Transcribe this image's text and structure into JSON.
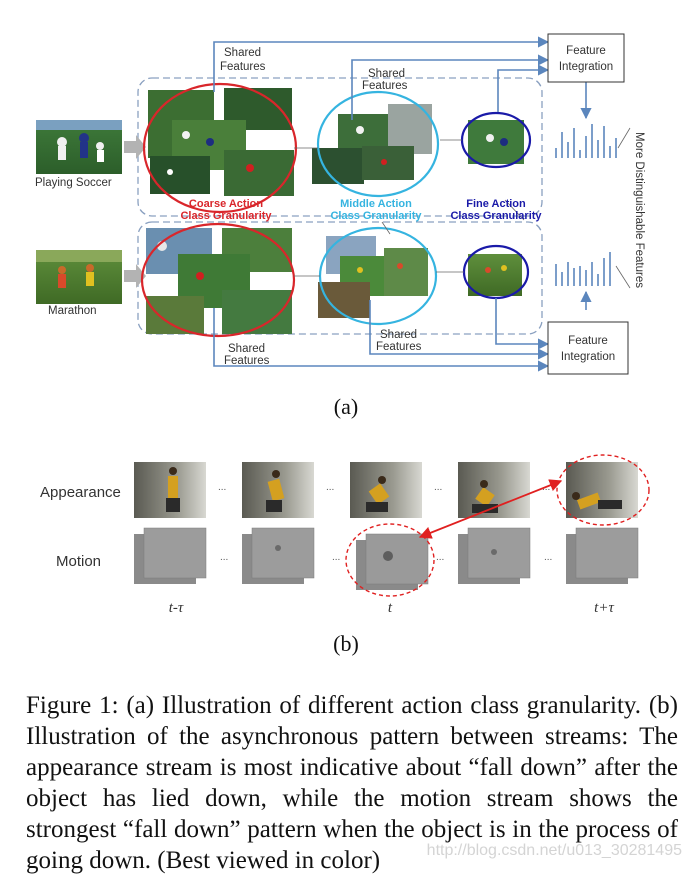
{
  "panel_a": {
    "examples": [
      {
        "label": "Playing Soccer"
      },
      {
        "label": "Marathon"
      }
    ],
    "granularity_labels": [
      {
        "line1": "Coarse Action",
        "line2": "Class Granularity",
        "color": "#d9262b"
      },
      {
        "line1": "Middle Action",
        "line2": "Class Granularity",
        "color": "#35b4e0"
      },
      {
        "line1": "Fine Action",
        "line2": "Class Granularity",
        "color": "#1a1aa8"
      }
    ],
    "shared_features_line1": "Shared",
    "shared_features_line2": "Features",
    "feature_integration_line1": "Feature",
    "feature_integration_line2": "Integration",
    "side_label": "More Distinguishable Features",
    "caption": "(a)"
  },
  "panel_b": {
    "row_labels": {
      "appearance": "Appearance",
      "motion": "Motion"
    },
    "ellipsis": "...",
    "time_labels": {
      "left": "t-τ",
      "middle": "t",
      "right": "t+τ"
    },
    "caption": "(b)"
  },
  "figure_caption": "Figure 1: (a) Illustration of different action class granularity. (b) Illustration of the asynchronous pattern between streams: The appearance stream is most indicative about “fall down” after the object has lied down, while the motion stream shows the strongest “fall down” pattern when the object is in the process of going down. (Best viewed in color)",
  "watermark": "http://blog.csdn.net/u013_30281495",
  "colors": {
    "arrow_blue": "#5b86bd",
    "box_border": "#333333",
    "coarse_red": "#d9262b",
    "middle_cyan": "#35b4e0",
    "fine_blue": "#1a1aa8",
    "link_red": "#e02020"
  }
}
